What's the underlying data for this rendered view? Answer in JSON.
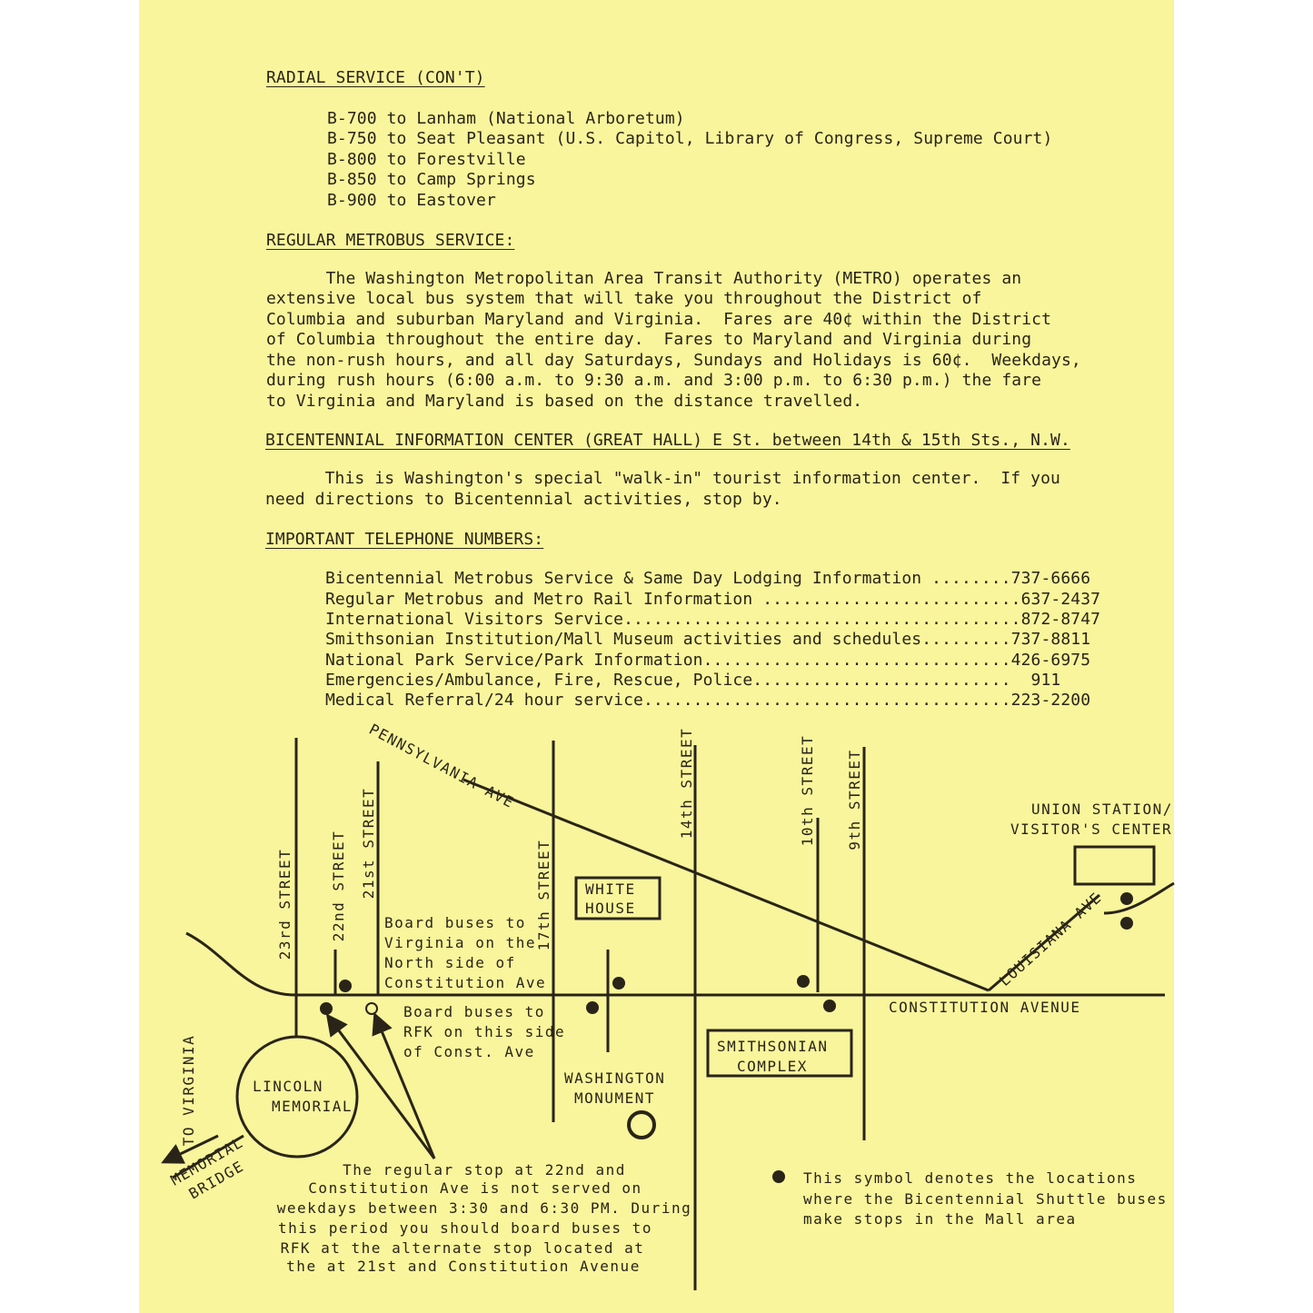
{
  "radial": {
    "heading": "RADIAL SERVICE (CON'T)",
    "routes": [
      "B-700 to Lanham (National Arboretum)",
      "B-750 to Seat Pleasant (U.S. Capitol, Library of Congress, Supreme Court)",
      "B-800 to Forestville",
      "B-850 to Camp Springs",
      "B-900 to Eastover"
    ]
  },
  "regular": {
    "heading": "REGULAR METROBUS SERVICE:",
    "lines": [
      "      The Washington Metropolitan Area Transit Authority (METRO) operates an",
      "extensive local bus system that will take you throughout the District of",
      "Columbia and suburban Maryland and Virginia.  Fares are 40¢ within the District",
      "of Columbia throughout the entire day.  Fares to Maryland and Virginia during",
      "the non-rush hours, and all day Saturdays, Sundays and Holidays is 60¢.  Weekdays,",
      "during rush hours (6:00 a.m. to 9:30 a.m. and 3:00 p.m. to 6:30 p.m.) the fare",
      "to Virginia and Maryland is based on the distance travelled."
    ]
  },
  "bicentennial": {
    "heading": "BICENTENNIAL INFORMATION CENTER (GREAT HALL) E St. between 14th & 15th Sts., N.W.",
    "lines": [
      "      This is Washington's special \"walk-in\" tourist information center.  If you",
      "need directions to Bicentennial activities, stop by."
    ]
  },
  "phones": {
    "heading": "IMPORTANT TELEPHONE NUMBERS:",
    "entries": [
      {
        "name": "Bicentennial Metrobus Service & Same Day Lodging Information ........",
        "number": "737-6666"
      },
      {
        "name": "Regular Metrobus and Metro Rail Information ..........................",
        "number": "637-2437"
      },
      {
        "name": "International Visitors Service........................................",
        "number": "872-8747"
      },
      {
        "name": "Smithsonian Institution/Mall Museum activities and schedules.........",
        "number": "737-8811"
      },
      {
        "name": "National Park Service/Park Information...............................",
        "number": "426-6975"
      },
      {
        "name": "Emergencies/Ambulance, Fire, Rescue, Police..........................",
        "number": "  911"
      },
      {
        "name": "Medical Referral/24 hour service.....................................",
        "number": "223-2200"
      }
    ]
  },
  "map": {
    "streets": {
      "s23": "23rd STREET",
      "s22": "22nd STREET",
      "s21": "21st STREET",
      "s17": "17th STREET",
      "s14": "14th STREET",
      "s10": "10th STREET",
      "s9": "9th STREET"
    },
    "pennsylvania": "PENNSYLVANIA AVE",
    "louisiana": "LOUISIANA AVE",
    "constitution": "CONSTITUTION AVENUE",
    "union": [
      "UNION STATION/",
      "VISITOR'S CENTER"
    ],
    "white_house": [
      "WHITE",
      "HOUSE"
    ],
    "smithsonian": [
      "SMITHSONIAN",
      "COMPLEX"
    ],
    "monument": [
      "WASHINGTON",
      "MONUMENT"
    ],
    "lincoln": [
      "LINCOLN",
      "MEMORIAL"
    ],
    "to_virginia": "TO VIRGINIA",
    "bridge": [
      "MEMORIAL",
      "BRIDGE"
    ],
    "north_note": [
      "Board buses to",
      "Virginia on the",
      "North side of",
      "Constitution Ave"
    ],
    "rfk_note": [
      "Board buses to",
      "RFK on this side",
      "of Const. Ave"
    ],
    "regular_note": [
      "The regular stop at 22nd and",
      "Constitution Ave is not served on",
      "weekdays between 3:30 and 6:30 PM. During",
      "this period you should board buses to",
      "RFK at the alternate stop located at",
      "the  at 21st and Constitution Avenue"
    ],
    "legend": [
      "This symbol denotes the locations",
      "where the Bicentennial Shuttle buses",
      "make stops in the Mall area"
    ]
  }
}
